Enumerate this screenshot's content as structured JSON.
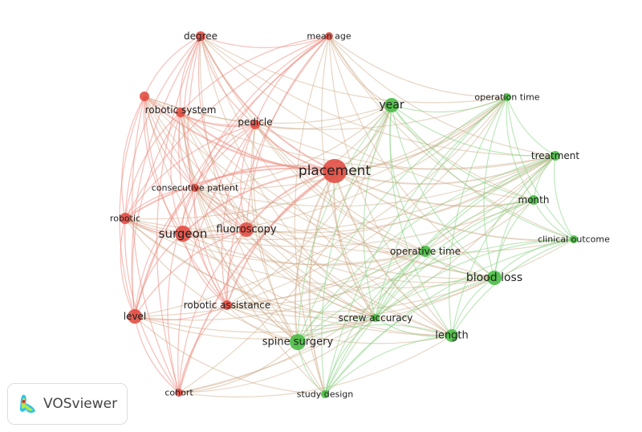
{
  "logo": {
    "text": "VOSviewer"
  },
  "colors": {
    "cluster1": "#e0443a",
    "cluster2": "#3fba3a",
    "edge1": "#ee8a80",
    "edge2": "#8ad485",
    "edge_mixed": "#c9a37f"
  },
  "nodes": [
    {
      "id": "degree",
      "label": "degree",
      "cluster": 1
    },
    {
      "id": "mean-age",
      "label": "mean age",
      "cluster": 1
    },
    {
      "id": "unlabeled",
      "label": "",
      "cluster": 1
    },
    {
      "id": "robotic-system",
      "label": "robotic system",
      "cluster": 1
    },
    {
      "id": "pedicle",
      "label": "pedicle",
      "cluster": 1
    },
    {
      "id": "placement",
      "label": "placement",
      "cluster": 1
    },
    {
      "id": "consecutive-patient",
      "label": "consecutive patient",
      "cluster": 1
    },
    {
      "id": "robotic",
      "label": "robotic",
      "cluster": 1
    },
    {
      "id": "surgeon",
      "label": "surgeon",
      "cluster": 1
    },
    {
      "id": "fluoroscopy",
      "label": "fluoroscopy",
      "cluster": 1
    },
    {
      "id": "level",
      "label": "level",
      "cluster": 1
    },
    {
      "id": "robotic-assistance",
      "label": "robotic assistance",
      "cluster": 1
    },
    {
      "id": "cohort",
      "label": "cohort",
      "cluster": 1
    },
    {
      "id": "year",
      "label": "year",
      "cluster": 2
    },
    {
      "id": "operation-time",
      "label": "operation time",
      "cluster": 2
    },
    {
      "id": "treatment",
      "label": "treatment",
      "cluster": 2
    },
    {
      "id": "month",
      "label": "month",
      "cluster": 2
    },
    {
      "id": "clinical-outcome",
      "label": "clinical outcome",
      "cluster": 2
    },
    {
      "id": "operative-time",
      "label": "operative time",
      "cluster": 2
    },
    {
      "id": "blood-loss",
      "label": "blood loss",
      "cluster": 2
    },
    {
      "id": "screw-accuracy",
      "label": "screw accuracy",
      "cluster": 2
    },
    {
      "id": "length",
      "label": "length",
      "cluster": 2
    },
    {
      "id": "spine-surgery",
      "label": "spine surgery",
      "cluster": 2
    },
    {
      "id": "study-design",
      "label": "study design",
      "cluster": 2
    }
  ]
}
